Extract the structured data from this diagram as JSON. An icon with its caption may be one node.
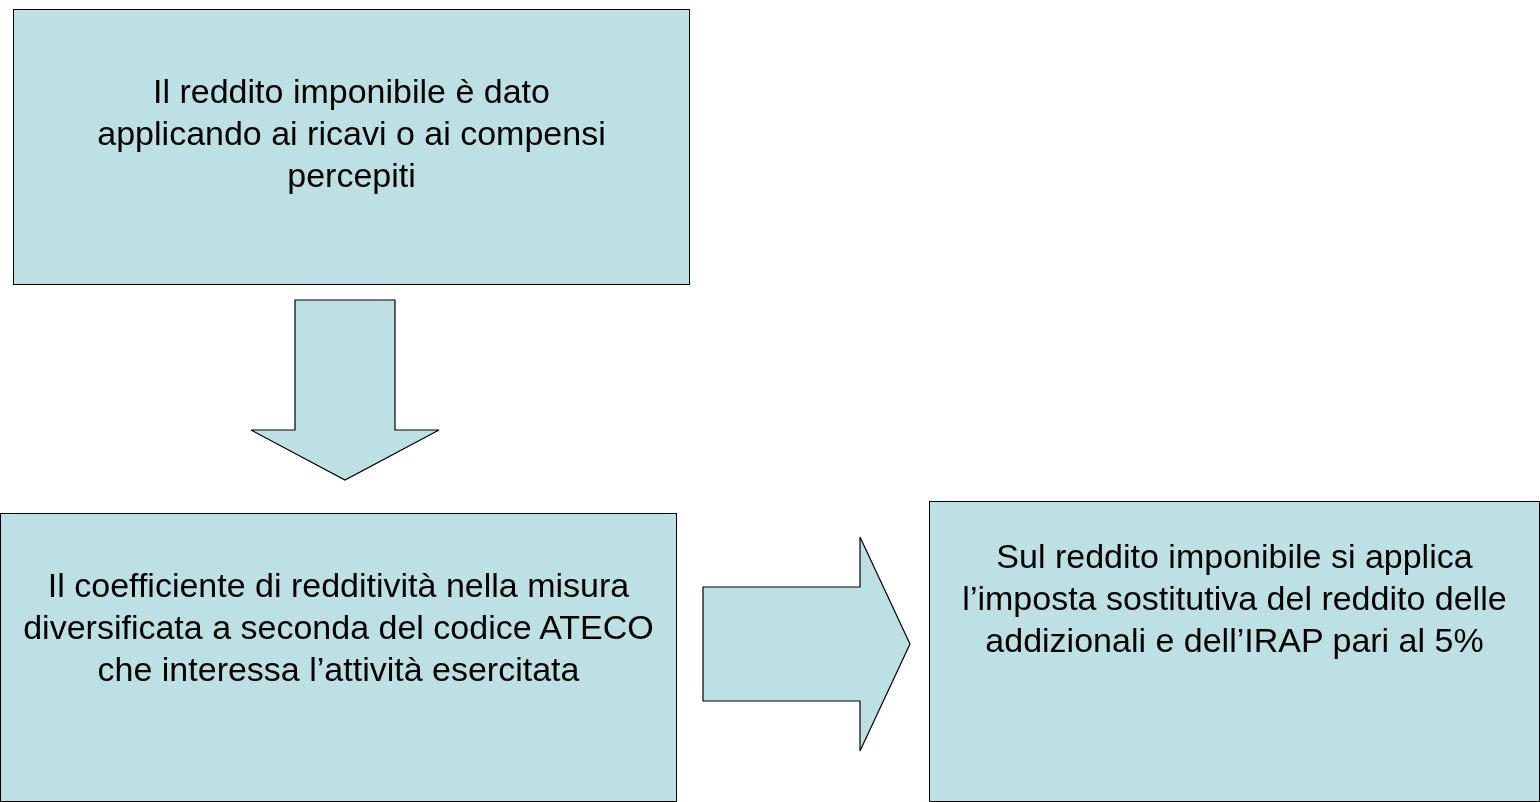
{
  "diagram": {
    "nodes": [
      {
        "text": [
          "Il reddito imponibile è dato applicando ai ricavi o ai compensi percepiti"
        ]
      },
      {
        "text": [
          "Il coefficiente di redditività nella misura diversificata a seconda del codice ATECO che interessa l’attività esercitata"
        ]
      },
      {
        "text": [
          "Sul reddito imponibile si applica l’imposta sostitutiva del reddito delle addizionali e dell’IRAP pari al 5%"
        ]
      }
    ],
    "edges": [
      {
        "from": 0,
        "to": 1,
        "arrow": "to"
      },
      {
        "from": 1,
        "to": 2,
        "arrow": "to"
      }
    ]
  }
}
